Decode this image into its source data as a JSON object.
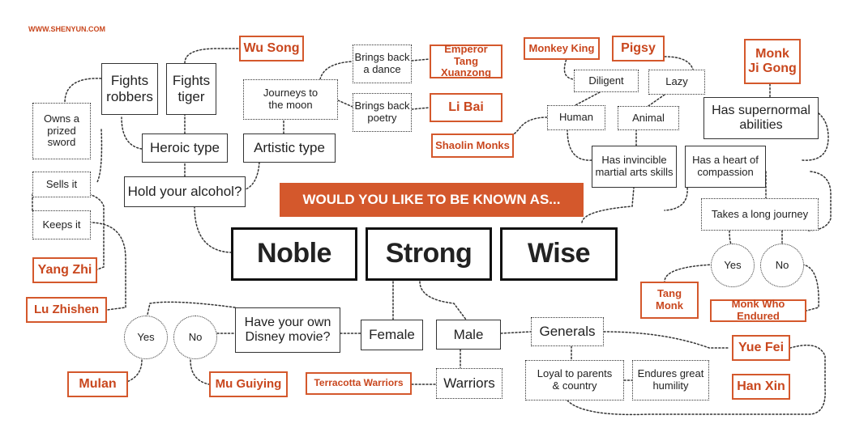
{
  "site": "WWW.SHENYUN.COM",
  "banner": "WOULD YOU LIKE TO BE KNOWN AS...",
  "main": {
    "noble": "Noble",
    "strong": "Strong",
    "wise": "Wise"
  },
  "noble_branch": {
    "hold_alcohol": "Hold your alcohol?",
    "heroic_type": "Heroic type",
    "artistic_type": "Artistic type",
    "fights_robbers": "Fights\nrobbers",
    "fights_tiger": "Fights\ntiger",
    "journeys_moon": "Journeys to\nthe moon",
    "brings_dance": "Brings back\na dance",
    "brings_poetry": "Brings back\npoetry",
    "owns_sword": "Owns a\nprized\nsword",
    "sells_it": "Sells it",
    "keeps_it": "Keeps it"
  },
  "strong_branch": {
    "female": "Female",
    "male": "Male",
    "disney": "Have your own\nDisney movie?",
    "yes": "Yes",
    "no": "No",
    "generals": "Generals",
    "warriors": "Warriors",
    "loyal": "Loyal to parents\n& country",
    "endures": "Endures great\nhumility"
  },
  "wise_branch": {
    "invincible": "Has invincible\nmartial arts skills",
    "heart": "Has a heart of\ncompassion",
    "human": "Human",
    "animal": "Animal",
    "diligent": "Diligent",
    "lazy": "Lazy",
    "supernormal": "Has supernormal\nabilities",
    "long_journey": "Takes a long journey",
    "yes": "Yes",
    "no": "No"
  },
  "answers": {
    "wu_song": "Wu Song",
    "emperor_tang": "Emperor Tang\nXuanzong",
    "li_bai": "Li Bai",
    "yang_zhi": "Yang Zhi",
    "lu_zhishen": "Lu Zhishen",
    "shaolin": "Shaolin Monks",
    "monkey_king": "Monkey King",
    "pigsy": "Pigsy",
    "monk_ji_gong": "Monk\nJi Gong",
    "tang_monk": "Tang\nMonk",
    "monk_endured": "Monk Who Endured",
    "yue_fei": "Yue Fei",
    "han_xin": "Han Xin",
    "mulan": "Mulan",
    "mu_guiying": "Mu Guiying",
    "terracotta": "Terracotta Warriors"
  }
}
